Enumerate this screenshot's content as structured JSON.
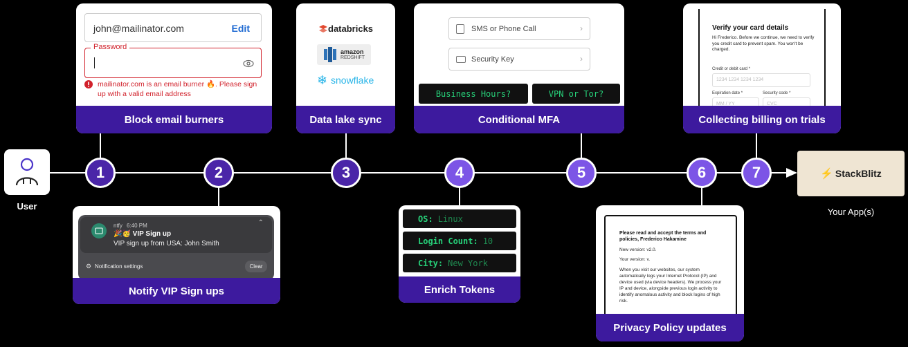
{
  "user": {
    "label": "User"
  },
  "steps": [
    {
      "n": "1",
      "title": "Block email burners"
    },
    {
      "n": "2",
      "title": "Notify VIP Sign ups"
    },
    {
      "n": "3",
      "title": "Data lake sync"
    },
    {
      "n": "4",
      "title": "Enrich Tokens"
    },
    {
      "n": "5",
      "title": "Conditional MFA"
    },
    {
      "n": "6",
      "title": "Privacy Policy updates"
    },
    {
      "n": "7",
      "title": "Collecting billing on trials"
    }
  ],
  "email_card": {
    "email": "john@mailinator.com",
    "edit": "Edit",
    "password_label": "Password",
    "error": "mailinator.com is an email burner 🔥. Please sign up with a valid email address"
  },
  "notify_card": {
    "app": "ntfy",
    "time": "6:40 PM",
    "title": "🎉🥳 VIP Sign up",
    "body": "VIP sign up from USA: John Smith",
    "settings": "Notification settings",
    "clear": "Clear"
  },
  "datalake_card": {
    "databricks": "databricks",
    "redshift_1": "amazon",
    "redshift_2": "REDSHIFT",
    "snowflake": "snowflake"
  },
  "tokens_card": {
    "rows": [
      {
        "key": "OS:",
        "value": "Linux"
      },
      {
        "key": "Login Count:",
        "value": "10"
      },
      {
        "key": "City:",
        "value": "New York"
      }
    ]
  },
  "mfa_card": {
    "option1": "SMS or Phone Call",
    "option2": "Security Key",
    "btn1": "Business Hours?",
    "btn2": "VPN or Tor?"
  },
  "privacy_card": {
    "heading": "Please read and accept the terms and policies, Frederico Hakamine",
    "new_version": "New version: v2.0.",
    "your_version": "Your version: v.",
    "body": "When you visit our websites, our system automatically logs your Internet Protocol (IP) and device used (via device headers). We process your IP and device, alongside previous login activity to identify anomalous activity and block logins of high risk."
  },
  "billing_card": {
    "title": "Verify your card details",
    "intro": "Hi Frederico. Before we continue, we need to verify you credit card to prevent spam. You won't be charged.",
    "card_label": "Credit or debit card *",
    "card_placeholder": "1234 1234 1234 1234",
    "exp_label": "Expiration date *",
    "exp_placeholder": "MM / YY",
    "sec_label": "Security code *",
    "sec_placeholder": "CVC"
  },
  "app": {
    "name": "StackBlitz",
    "label": "Your App(s)"
  }
}
